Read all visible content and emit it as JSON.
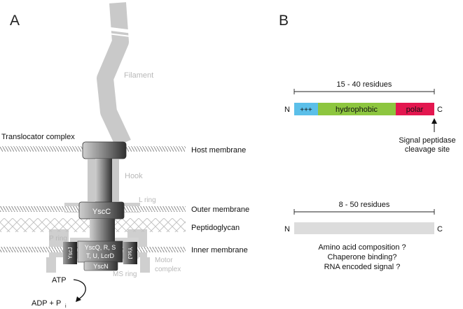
{
  "panel_a": {
    "label": "A",
    "filament": "Filament",
    "hook": "Hook",
    "l_ring": "L ring",
    "p_ring": "P ring",
    "ms_ring": "MS ring",
    "motor_line1": "Motor",
    "motor_line2": "complex",
    "translocator": "Translocator complex",
    "host_membrane": "Host membrane",
    "outer_membrane": "Outer membrane",
    "peptidoglycan": "Peptidoglycan",
    "inner_membrane": "Inner membrane",
    "yscc": "YscC",
    "yscq_line1": "YscQ, R, S",
    "yscq_line2": "T, U, LcrD",
    "yscj": "YscJ",
    "yscn": "YscN",
    "atp": "ATP",
    "adp": "ADP + P",
    "pi_sub": "i"
  },
  "panel_b": {
    "label": "B",
    "top": {
      "range": "15 - 40 residues",
      "n": "N",
      "c": "C",
      "seg_positive": "+++",
      "seg_hydrophobic": "hydrophobic",
      "seg_polar": "polar",
      "cleavage_line1": "Signal peptidase",
      "cleavage_line2": "cleavage site"
    },
    "bottom": {
      "range": "8 - 50 residues",
      "n": "N",
      "c": "C",
      "q1": "Amino acid composition ?",
      "q2": "Chaperone binding?",
      "q3": "RNA encoded signal ?"
    }
  },
  "colors": {
    "positive": "#5bbfe9",
    "hydrophobic": "#8dc63f",
    "polar": "#e3174f",
    "structure_gray": "#c9c9c9",
    "label_gray": "#b8b8b8",
    "dark_component": "#555555"
  }
}
